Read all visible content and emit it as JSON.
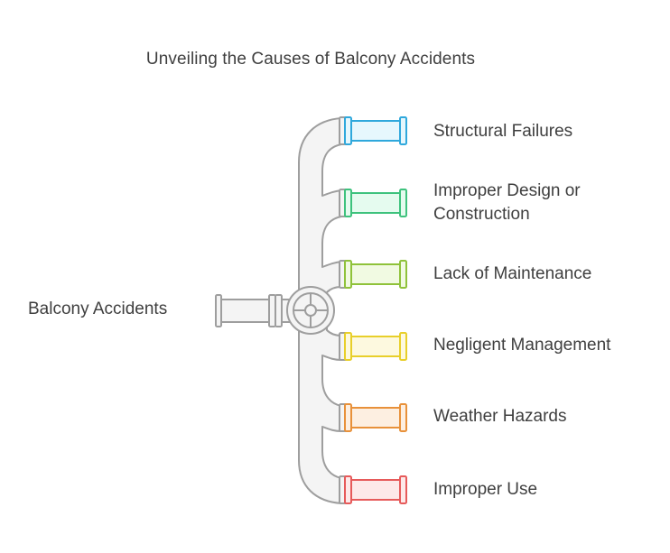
{
  "title": "Unveiling the Causes of Balcony Accidents",
  "root": {
    "label": "Balcony Accidents"
  },
  "branches": [
    {
      "label": "Structural Failures",
      "stroke": "#2fa8dc",
      "fill": "#e6f7fd"
    },
    {
      "label": "Improper Design or Construction",
      "stroke": "#3ec27d",
      "fill": "#e5fbef"
    },
    {
      "label": "Lack of Maintenance",
      "stroke": "#8fc23a",
      "fill": "#f1fae2"
    },
    {
      "label": "Negligent Management",
      "stroke": "#e8cf2a",
      "fill": "#fdf9df"
    },
    {
      "label": "Weather Hazards",
      "stroke": "#e8913a",
      "fill": "#fdefe1"
    },
    {
      "label": "Improper Use",
      "stroke": "#e65a5a",
      "fill": "#fde9e9"
    }
  ],
  "colors": {
    "pipe_stroke": "#9e9e9e",
    "pipe_fill": "#f4f4f4"
  }
}
